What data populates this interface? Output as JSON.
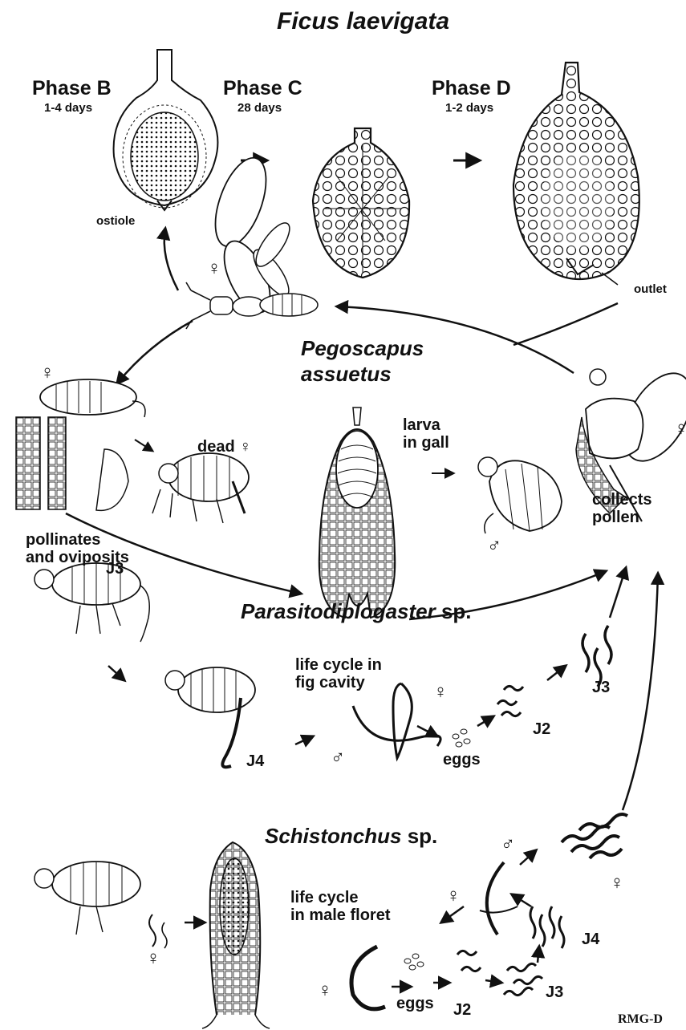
{
  "title": "Ficus laevigata",
  "phases": [
    {
      "name": "Phase B",
      "duration": "1-4 days"
    },
    {
      "name": "Phase C",
      "duration": "28 days"
    },
    {
      "name": "Phase D",
      "duration": "1-2 days"
    }
  ],
  "fig_labels": {
    "ostiole": "ostiole",
    "outlet": "outlet"
  },
  "pegoscapus": {
    "name_line1": "Pegoscapus",
    "name_line2": "assuetus",
    "female_symbol": "♀",
    "male_symbol": "♂",
    "dead_label": "dead ♀",
    "larva_label": "larva\nin gall",
    "pollinates_label": "pollinates\nand oviposits",
    "collects_label": "collects\npollen"
  },
  "parasitodiplogaster": {
    "genus": "Parasitodiplogaster",
    "suffix": " sp.",
    "j3": "J3",
    "j4": "J4",
    "j2": "J2",
    "j3_late": "J3",
    "eggs": "eggs",
    "life_cycle": "life cycle in\nfig cavity"
  },
  "schistonchus": {
    "genus": "Schistonchus",
    "suffix": " sp.",
    "life_cycle": "life cycle\nin male floret",
    "eggs": "eggs",
    "j2": "J2",
    "j3": "J3",
    "j4": "J4"
  },
  "credit": "RMG-D"
}
